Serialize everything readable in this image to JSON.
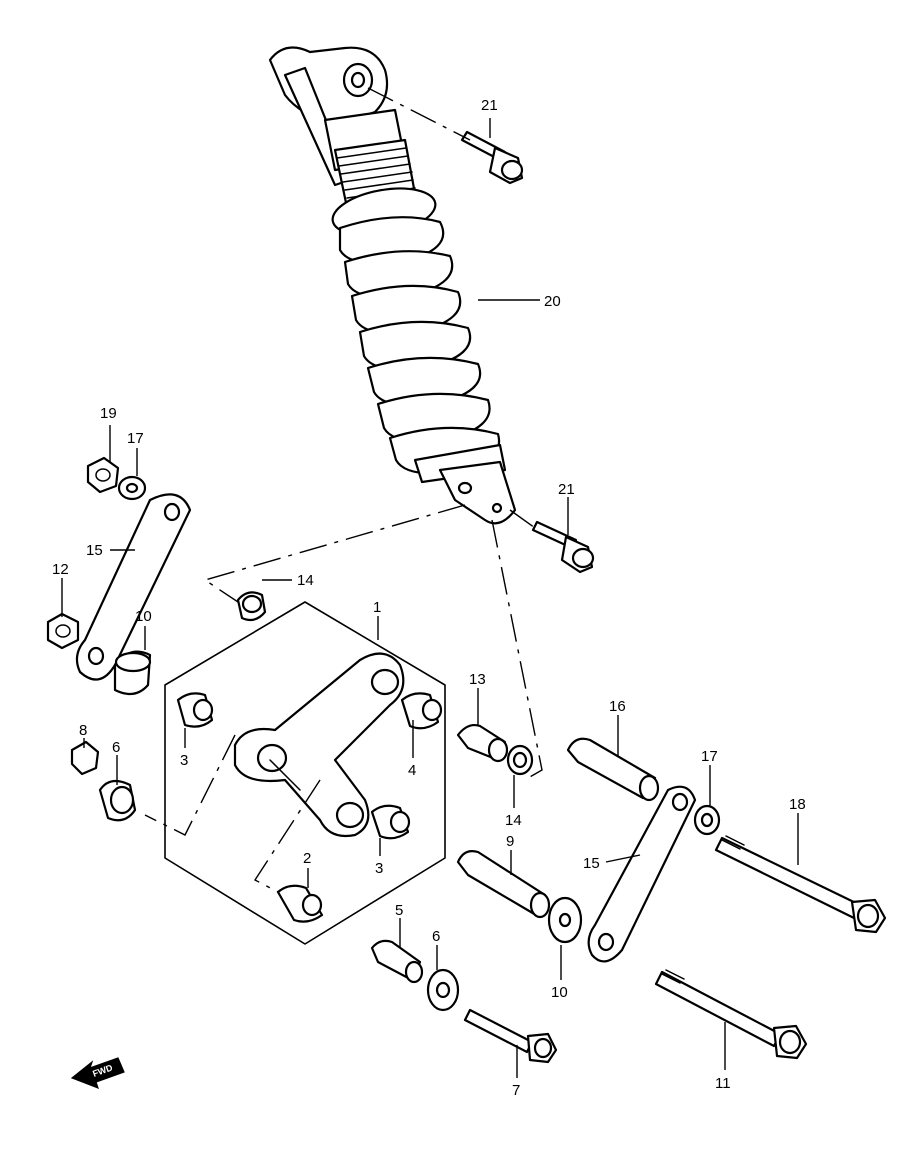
{
  "labels": {
    "p1": "1",
    "p2": "2",
    "p3a": "3",
    "p3b": "3",
    "p4": "4",
    "p5": "5",
    "p6a": "6",
    "p6b": "6",
    "p7": "7",
    "p8": "8",
    "p9": "9",
    "p10a": "10",
    "p10b": "10",
    "p11": "11",
    "p12": "12",
    "p13": "13",
    "p14a": "14",
    "p14b": "14",
    "p15a": "15",
    "p15b": "15",
    "p16": "16",
    "p17a": "17",
    "p17b": "17",
    "p18": "18",
    "p19": "19",
    "p20": "20",
    "p21a": "21",
    "p21b": "21"
  },
  "fwd_badge": "FWD",
  "colors": {
    "line": "#000000",
    "background": "#ffffff"
  }
}
